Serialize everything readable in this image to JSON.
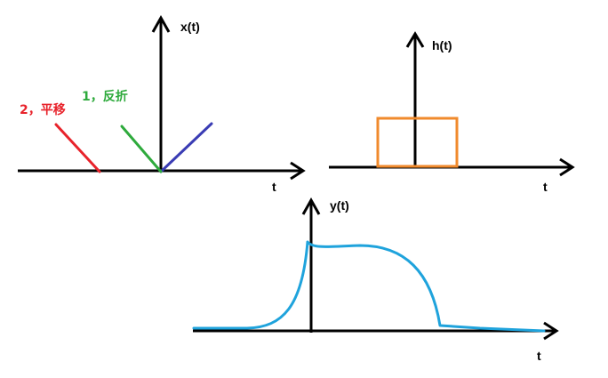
{
  "colors": {
    "axis": "#000000",
    "shift": "#e8232b",
    "flip": "#2eaa3c",
    "original": "#3a3cb4",
    "pulse": "#f08a2c",
    "output": "#1fa3dc"
  },
  "x_panel": {
    "axis_label": "x(t)",
    "time_label": "t",
    "step_shift_label": "2，平移",
    "step_flip_label": "1，反折"
  },
  "h_panel": {
    "axis_label": "h(t)",
    "time_label": "t"
  },
  "y_panel": {
    "axis_label": "y(t)",
    "time_label": "t"
  }
}
